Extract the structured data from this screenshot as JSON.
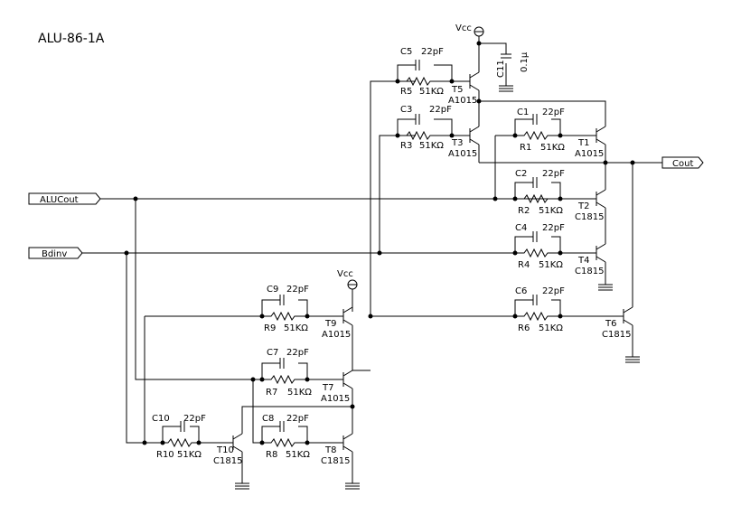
{
  "title": "ALU-86-1A",
  "supply": {
    "vcc": "Vcc"
  },
  "ports": {
    "alucout": "ALUCout",
    "bdinv": "Bdinv",
    "cout": "Cout"
  },
  "bypass": {
    "name": "C11",
    "value": "0.1μ"
  },
  "capacitor_value": "22pF",
  "resistor_value": "51KΩ",
  "cells": {
    "c5": "C5",
    "r5": "R5",
    "t5": "T5",
    "t5type": "A1015",
    "c3": "C3",
    "r3": "R3",
    "t3": "T3",
    "t3type": "A1015",
    "c1": "C1",
    "r1": "R1",
    "t1": "T1",
    "t1type": "A1015",
    "c2": "C2",
    "r2": "R2",
    "t2": "T2",
    "t2type": "C1815",
    "c4": "C4",
    "r4": "R4",
    "t4": "T4",
    "t4type": "C1815",
    "c6": "C6",
    "r6": "R6",
    "t6": "T6",
    "t6type": "C1815",
    "c9": "C9",
    "r9": "R9",
    "t9": "T9",
    "t9type": "A1015",
    "c7": "C7",
    "r7": "R7",
    "t7": "T7",
    "t7type": "A1015",
    "c8": "C8",
    "r8": "R8",
    "t8": "T8",
    "t8type": "C1815",
    "c10": "C10",
    "r10": "R10",
    "t10": "T10",
    "t10type": "C1815"
  }
}
